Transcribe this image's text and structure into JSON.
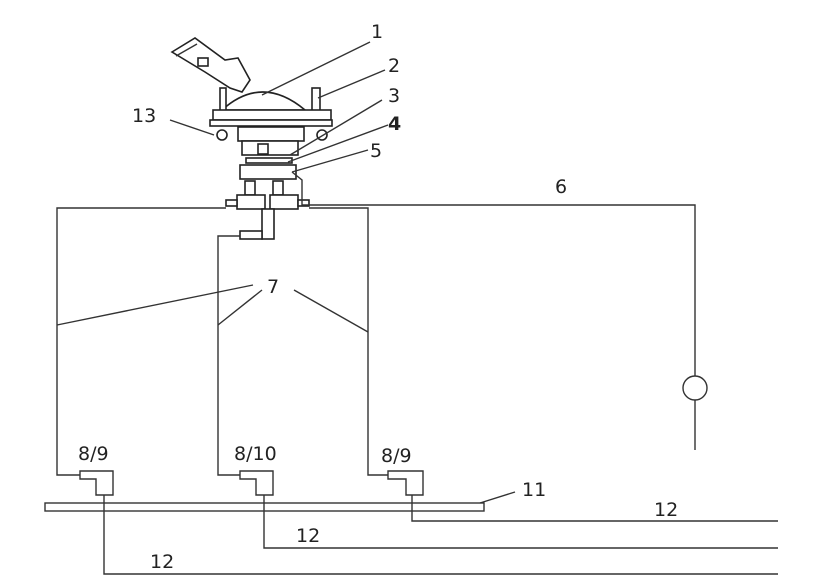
{
  "labels": {
    "l1": "1",
    "l2": "2",
    "l3": "3",
    "l4": "4",
    "l5": "5",
    "l6": "6",
    "l7": "7",
    "l13": "13",
    "l11": "11",
    "fit_left": "8/9",
    "fit_mid": "8/10",
    "fit_right": "8/9",
    "pipe_top": "12",
    "pipe_mid": "12",
    "pipe_bottom": "12"
  }
}
